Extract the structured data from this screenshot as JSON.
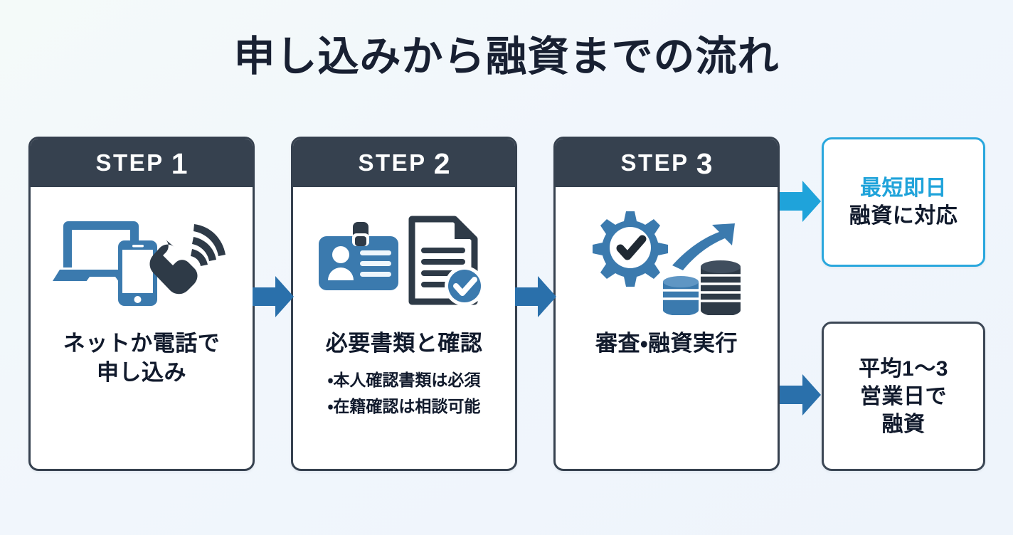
{
  "page": {
    "title": "申し込みから融資までの流れ",
    "background_color": "#f1f6fb",
    "accent_blue": "#2a70ab",
    "accent_cyan": "#1fa3da",
    "dark_slate": "#36414f"
  },
  "steps": [
    {
      "head_word": "STEP",
      "head_number": "1",
      "caption_line1": "ネットか電話で",
      "caption_line2": "申し込み",
      "bullets": [],
      "icons": [
        "laptop-icon",
        "smartphone-icon",
        "telephone-ringing-icon"
      ]
    },
    {
      "head_word": "STEP",
      "head_number": "2",
      "caption_line1": "必要書類と確認",
      "caption_line2": "",
      "bullets": [
        "・本人確認書類は必須",
        "・在籍確認は相談可能"
      ],
      "icons": [
        "id-card-icon",
        "document-check-icon"
      ]
    },
    {
      "head_word": "STEP",
      "head_number": "3",
      "caption_line1": "審査・融資実行",
      "caption_line2": "",
      "bullets": [],
      "icons": [
        "gear-check-icon",
        "growth-arrow-coins-icon"
      ]
    }
  ],
  "outcomes": [
    {
      "accent_line": "最短即日",
      "plain_line": "融資に対応",
      "border_color": "#2aa7dd",
      "arrow_color": "#1fa3da"
    },
    {
      "line1": "平均1〜3",
      "line2": "営業日で",
      "line3": "融資",
      "border_color": "#3c4755",
      "arrow_color": "#2a70ab"
    }
  ],
  "arrows": [
    {
      "name": "arrow-step1-to-step2",
      "color": "#2a70ab"
    },
    {
      "name": "arrow-step2-to-step3",
      "color": "#2a70ab"
    },
    {
      "name": "arrow-step3-to-same-day",
      "color": "#1fa3da"
    },
    {
      "name": "arrow-step3-to-business-days",
      "color": "#2a70ab"
    }
  ]
}
